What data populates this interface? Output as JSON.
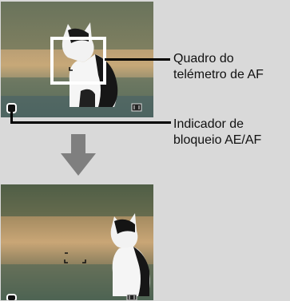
{
  "callouts": {
    "af_frame": {
      "line1": "Quadro do",
      "line2": "telémetro de AF"
    },
    "ae_af_lock": {
      "line1": "Indicador de",
      "line2": "bloqueio AE/AF"
    }
  },
  "icons": {
    "arrow": "down-arrow-icon",
    "lock": "ae-af-lock-indicator-icon",
    "mode": "focus-area-mode-icon"
  },
  "colors": {
    "background": "#d9d9d9",
    "frame_white": "#ffffff",
    "arrow_gray": "#7f7f7f",
    "leader_line": "#000000"
  }
}
